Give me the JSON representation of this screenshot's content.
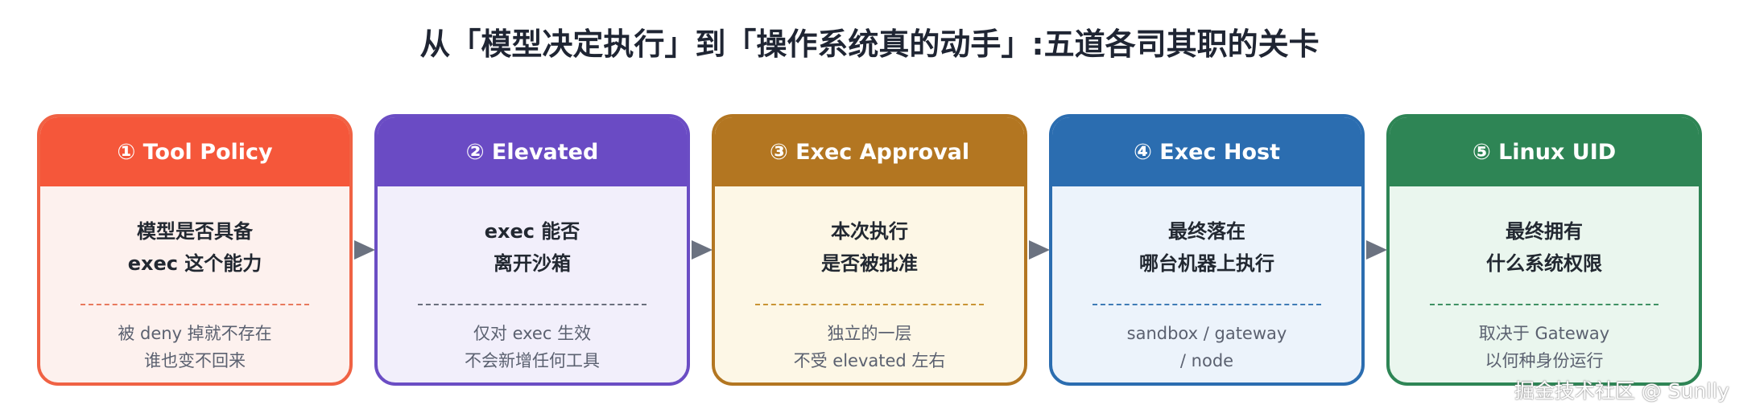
{
  "title": "从「模型决定执行」到「操作系统真的动手」:五道各司其职的关卡",
  "cards": [
    {
      "header": "① Tool Policy",
      "main": [
        "模型是否具备",
        "exec 这个能力"
      ],
      "sub": [
        "被 deny 掉就不存在",
        "谁也变不回来"
      ],
      "colors": {
        "head": "#f5573a",
        "border": "#f06244",
        "body": "#fdf1ee",
        "divider": "#e8795d"
      }
    },
    {
      "header": "② Elevated",
      "main": [
        "exec 能否",
        "离开沙箱"
      ],
      "sub": [
        "仅对 exec 生效",
        "不会新增任何工具"
      ],
      "colors": {
        "head": "#6a4bc4",
        "border": "#6b4dc4",
        "body": "#f2effb",
        "divider": "#6a6f7d"
      }
    },
    {
      "header": "③ Exec Approval",
      "main": [
        "本次执行",
        "是否被批准"
      ],
      "sub": [
        "独立的一层",
        "不受 elevated 左右"
      ],
      "colors": {
        "head": "#b37621",
        "border": "#b37621",
        "body": "#fdf7e6",
        "divider": "#c99434"
      }
    },
    {
      "header": "④ Exec Host",
      "main": [
        "最终落在",
        "哪台机器上执行"
      ],
      "sub": [
        "sandbox / gateway",
        "/ node"
      ],
      "colors": {
        "head": "#2b6db0",
        "border": "#2b6db0",
        "body": "#ecf3fb",
        "divider": "#3f7bb6"
      }
    },
    {
      "header": "⑤ Linux UID",
      "main": [
        "最终拥有",
        "什么系统权限"
      ],
      "sub": [
        "取决于 Gateway",
        "以何种身份运行"
      ],
      "colors": {
        "head": "#2e8555",
        "border": "#2e8555",
        "body": "#eaf6ee",
        "divider": "#3f9163"
      }
    }
  ],
  "arrow_color": "#6b7280",
  "watermark": "掘金技术社区 @ Sunlly"
}
